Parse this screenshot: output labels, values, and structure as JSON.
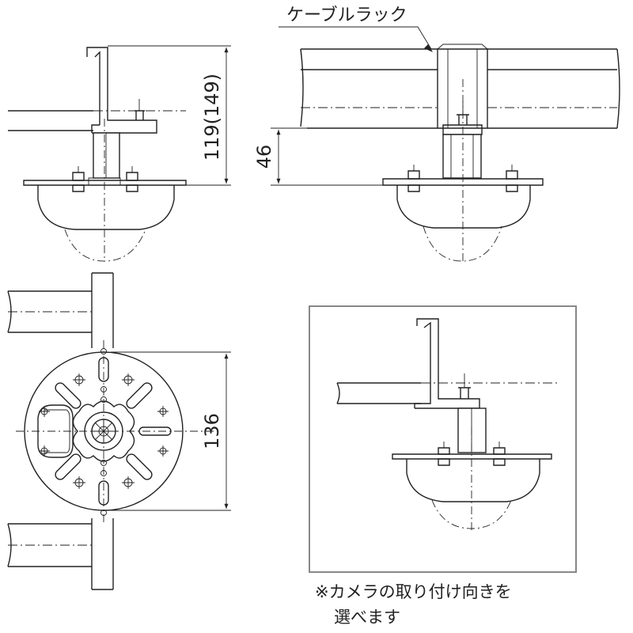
{
  "labels": {
    "cable_rack": "ケーブルラック"
  },
  "dimensions": {
    "height_total": "119(149)",
    "height_bracket": "46",
    "plate_span": "136"
  },
  "note": {
    "line1": "※カメラの取り付け向きを",
    "line2": "選べます"
  }
}
